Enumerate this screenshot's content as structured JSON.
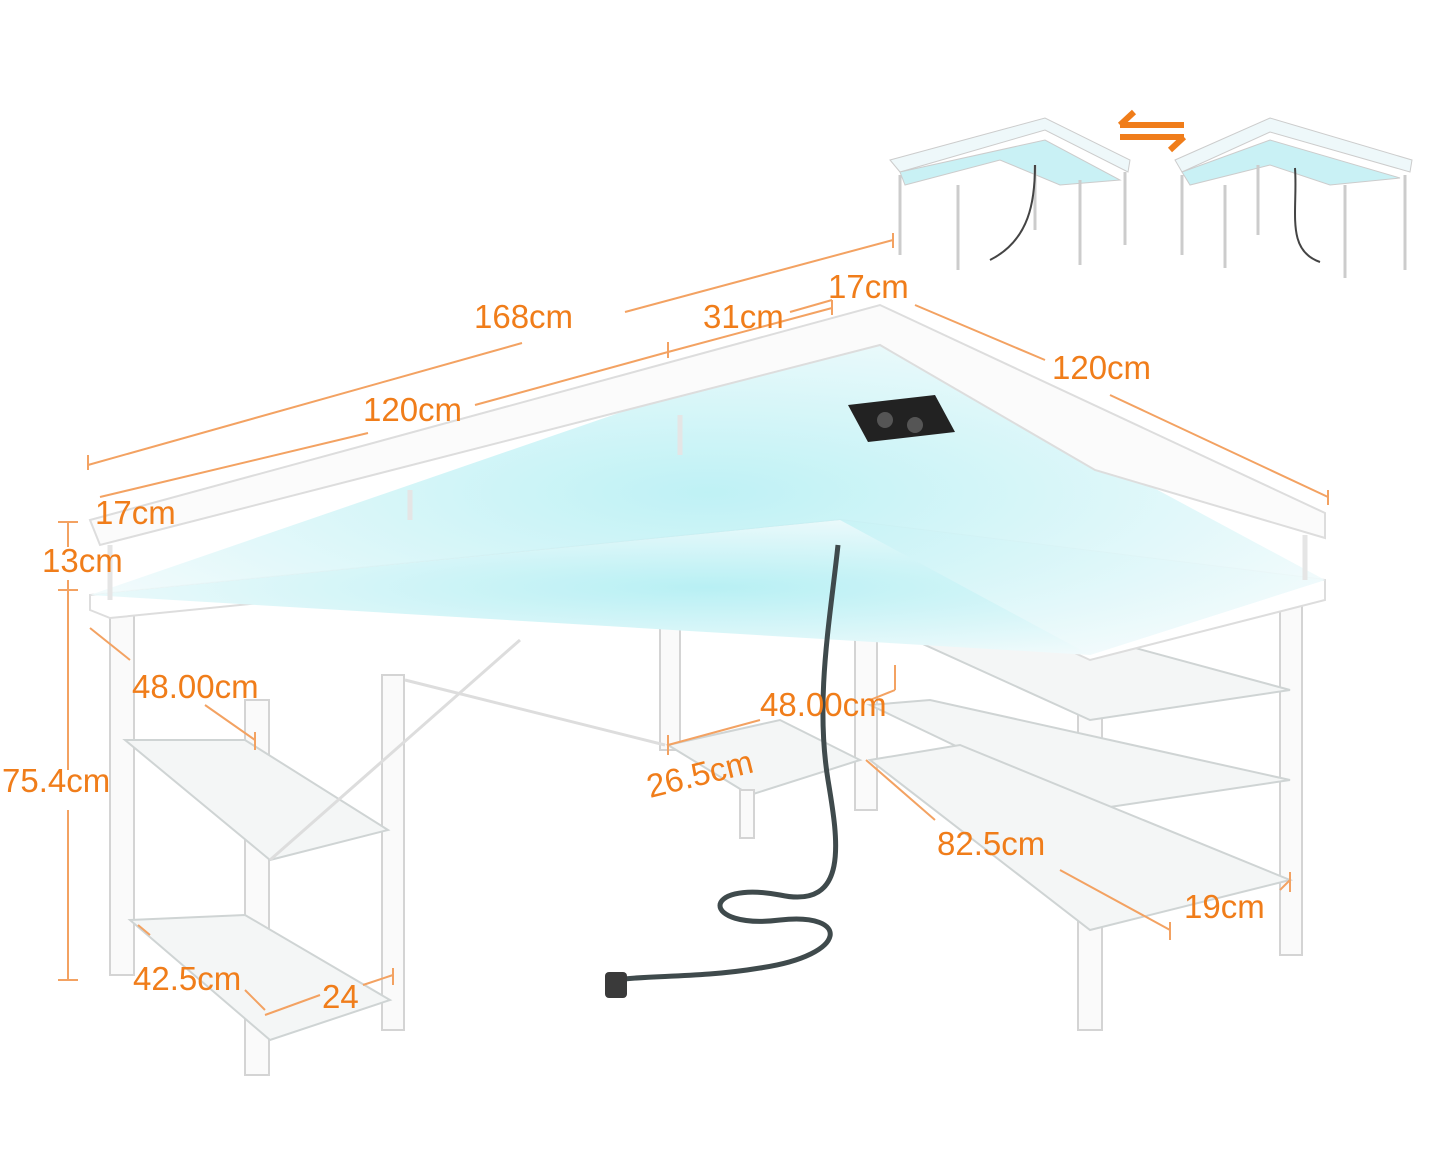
{
  "colors": {
    "accent": "#f07d1a",
    "glow": "#bff3f5",
    "cable": "#3f4a4c"
  },
  "icons": [
    "swap-arrows-icon",
    "power-socket-icon",
    "plug-icon"
  ],
  "dimensions": {
    "total_length": "168cm",
    "left_length": "120cm",
    "middle_segment": "31cm",
    "shelf_depth_top": "17cm",
    "right_length": "120cm",
    "left_shelf_depth": "17cm",
    "riser_height": "13cm",
    "total_height": "75.4cm",
    "left_depth": "48.00cm",
    "right_depth": "48.00cm",
    "footrest": "26.5cm",
    "right_shelf_length": "82.5cm",
    "right_shelf_depth": "19cm",
    "left_shelf_length": "42.5cm",
    "left_shelf_width": "24"
  }
}
